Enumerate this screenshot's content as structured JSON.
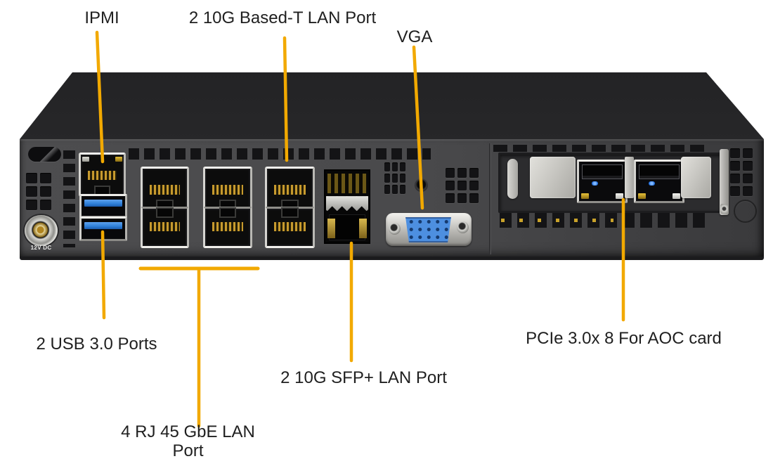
{
  "diagram": {
    "title": "server-rear-panel-callout-diagram",
    "labels": {
      "ipmi": "IPMI",
      "lan_10g_baset": "2 10G Based-T LAN Port",
      "vga": "VGA",
      "usb": "2 USB 3.0 Ports",
      "rj45_gbe": "4 RJ 45 GbE LAN\nPort",
      "sfp_plus": "2 10G SFP+ LAN Port",
      "pcie_aoc": "PCIe 3.0x 8 For AOC card",
      "power_dc": "12V DC"
    },
    "hardware": {
      "connectors": [
        "dc-power-jack",
        "ipmi-rj45-port",
        "usb3-port-1",
        "usb3-port-2",
        "gbe-rj45-port-1",
        "gbe-rj45-port-2",
        "gbe-rj45-port-3",
        "gbe-rj45-port-4",
        "10g-baset-rj45-port-1",
        "10g-baset-rj45-port-2",
        "sfp-plus-cage",
        "vga-port",
        "aoc-rj45-port-1",
        "aoc-rj45-port-2"
      ]
    },
    "colors": {
      "leader_line": "#F2A900",
      "label_text": "#1F1F1F",
      "chassis_top": "#2E2E30",
      "chassis_front": "#47474A",
      "usb_blue": "#2E7FD8",
      "vga_blue": "#4D8FE0"
    }
  }
}
